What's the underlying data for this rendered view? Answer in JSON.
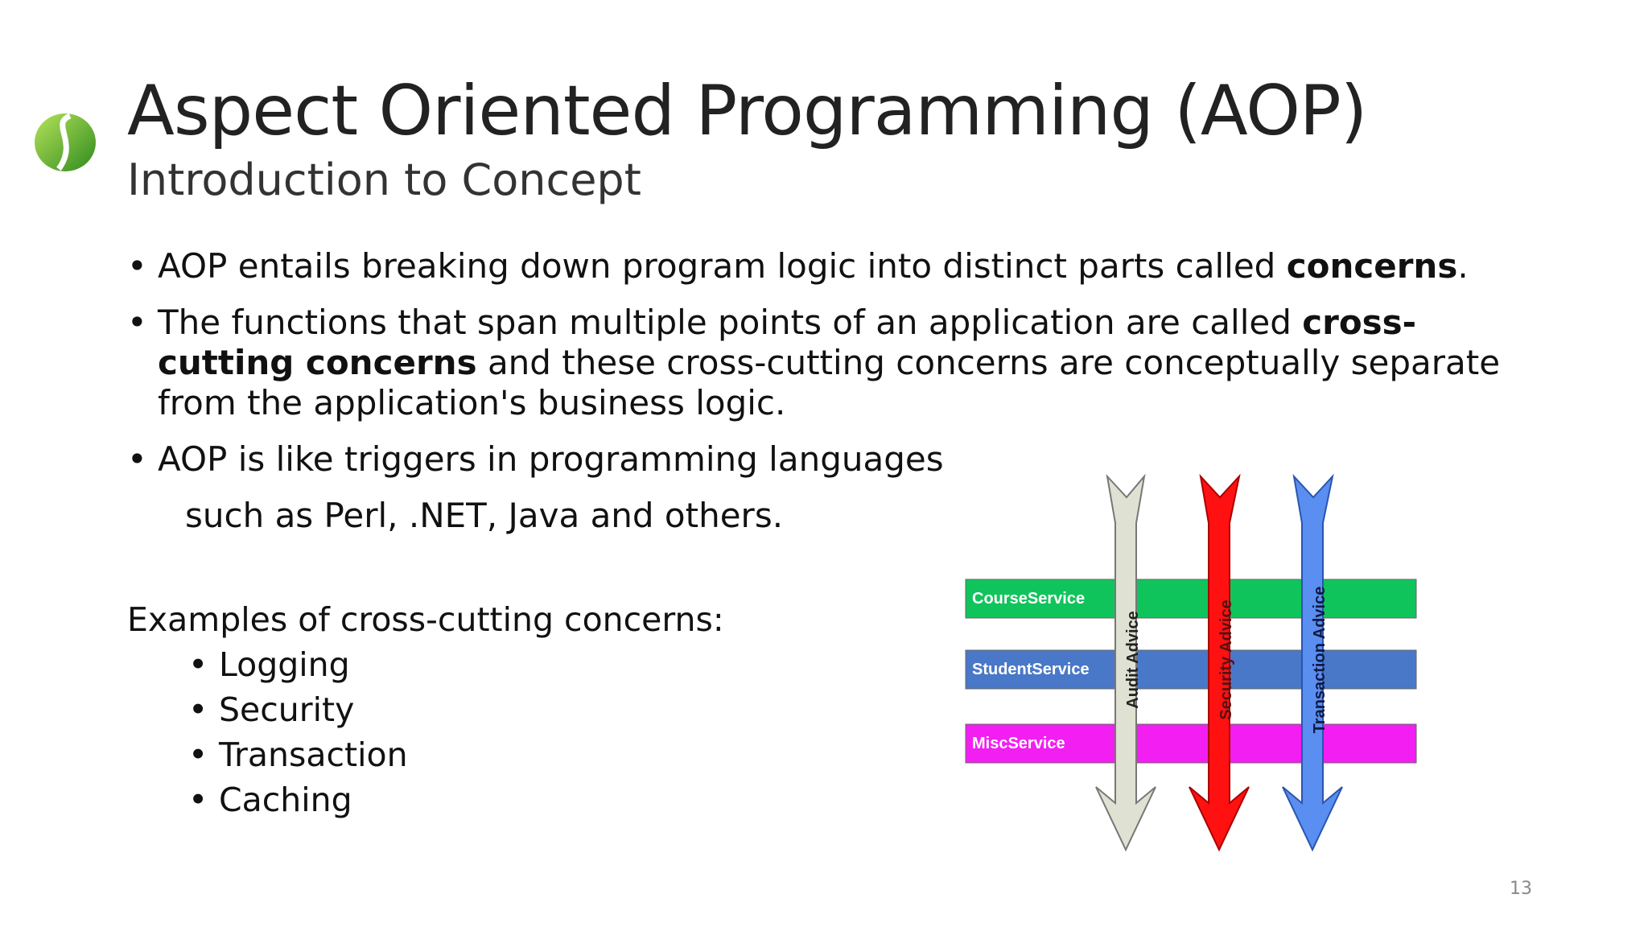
{
  "slide": {
    "title": "Aspect Oriented Programming (AOP)",
    "subtitle": "Introduction to Concept",
    "page_number": "13"
  },
  "bullets": [
    {
      "pre": "AOP entails breaking down program logic into distinct parts called ",
      "bold": "concerns",
      "post": "."
    },
    {
      "pre": "The functions that span multiple points of an application are called ",
      "bold": "cross-cutting concerns",
      "post": " and these cross-cutting concerns are conceptually separate from the application's business logic."
    },
    {
      "text": "AOP is like triggers in programming languages",
      "continuation": "such as Perl, .NET, Java and others."
    }
  ],
  "examples": {
    "heading": "Examples of cross-cutting concerns:",
    "items": [
      "Logging",
      "Security",
      "Transaction",
      "Caching"
    ]
  },
  "diagram": {
    "services": [
      {
        "label": "CourseService",
        "color": "#10c45c"
      },
      {
        "label": "StudentService",
        "color": "#4a78c8"
      },
      {
        "label": "MiscService",
        "color": "#f21ef2"
      }
    ],
    "advices": [
      {
        "label": "Audit Advice",
        "color": "#dfe1d2"
      },
      {
        "label": "Security Advice",
        "color": "#ff1111"
      },
      {
        "label": "Transaction Advice",
        "color": "#5a8ef0"
      }
    ]
  },
  "colors": {
    "logo_green": "#3f9a2a",
    "logo_light": "#9cd84a"
  }
}
